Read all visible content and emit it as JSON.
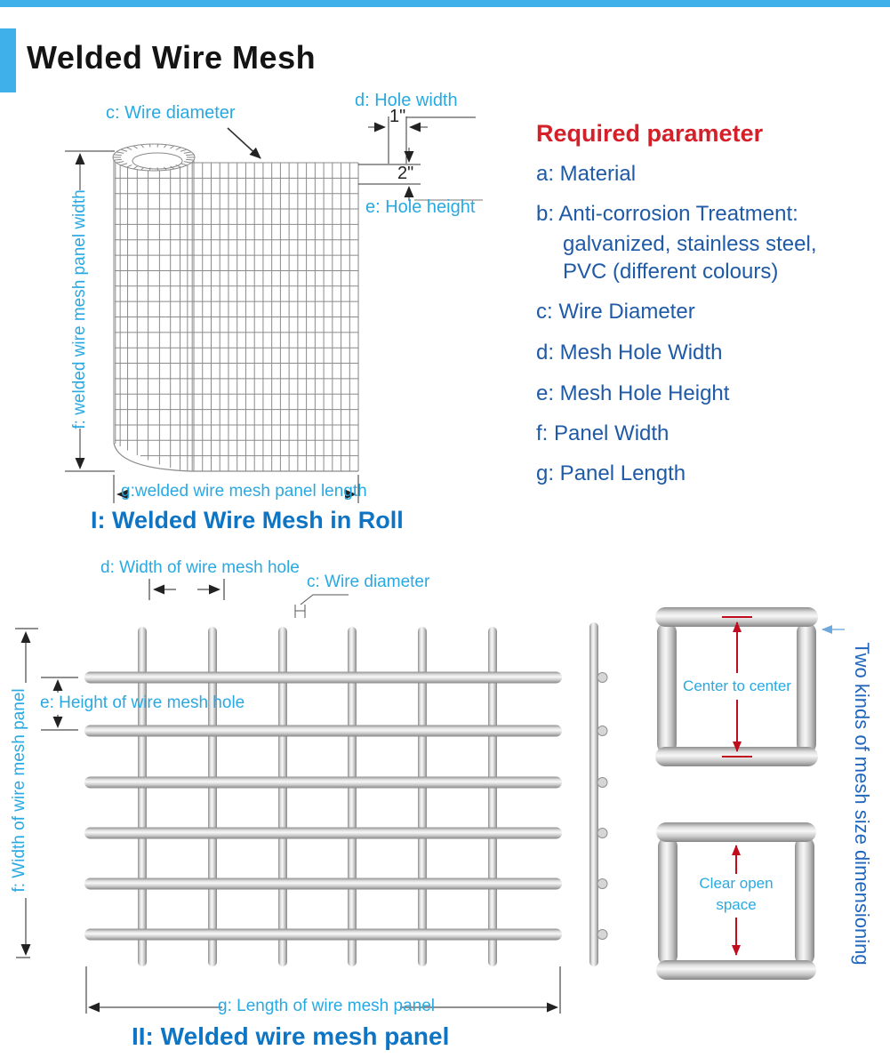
{
  "header": {
    "title": "Welded Wire Mesh"
  },
  "colors": {
    "accent_blue": "#3fb0ea",
    "label_cyan": "#29a9e1",
    "parameter_blue": "#1f5aa6",
    "caption_blue": "#0e74c4",
    "heading_red": "#d5202a",
    "dimension_red": "#c00d1e"
  },
  "roll": {
    "caption": "I: Welded Wire Mesh in Roll",
    "labels": {
      "wire_diameter": "c: Wire diameter",
      "hole_width": "d: Hole width",
      "hole_width_value": "1\"",
      "hole_height_value": "2\"",
      "hole_height": "e: Hole height",
      "panel_width": "f: welded wire mesh panel width",
      "panel_length": "g:welded wire mesh panel length"
    }
  },
  "parameters": {
    "title": "Required parameter",
    "items": [
      "a: Material",
      "b: Anti-corrosion Treatment:",
      "galvanized, stainless steel,",
      "PVC (different colours)",
      "c: Wire Diameter",
      "d: Mesh Hole Width",
      "e: Mesh Hole Height",
      "f: Panel Width",
      "g: Panel Length"
    ]
  },
  "panel": {
    "caption": "II: Welded wire mesh panel",
    "labels": {
      "hole_width": "d: Width of wire mesh hole",
      "wire_diameter": "c: Wire diameter",
      "hole_height": "e: Height of wire mesh hole",
      "panel_width": "f: Width of wire mesh panel",
      "panel_length": "g:  Length of wire mesh panel"
    }
  },
  "dimensioning": {
    "center_to_center": "Center to center",
    "clear_open_line1": "Clear open",
    "clear_open_line2": "space",
    "side_note": "Two kinds of mesh size dimensioning"
  }
}
